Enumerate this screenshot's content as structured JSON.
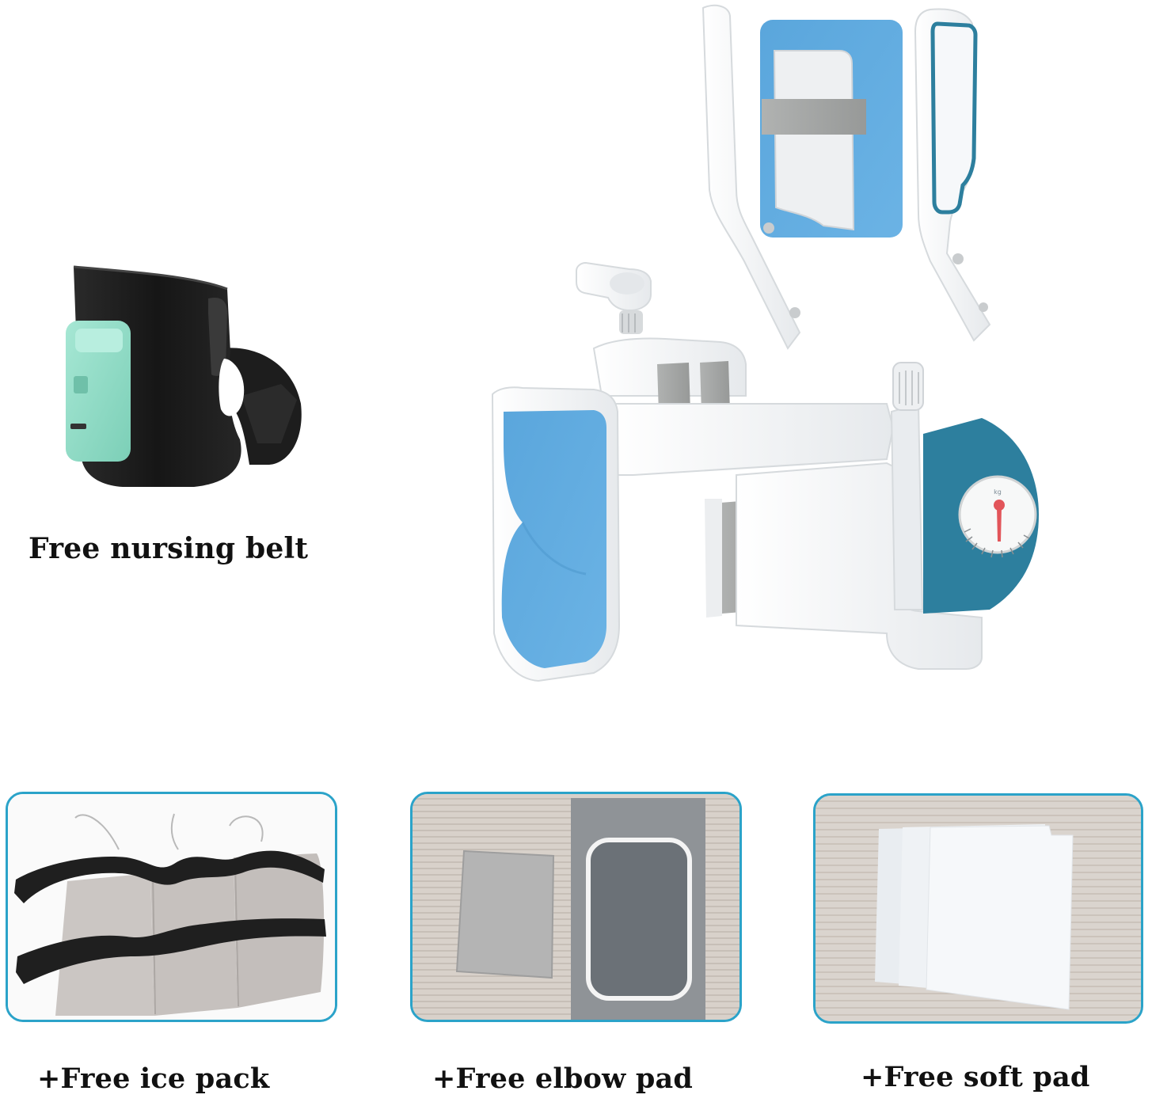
{
  "colors": {
    "frame_border": "#2ba3c9",
    "device_blue_pad": "#5aa6dc",
    "device_teal_panel": "#2d7f9e",
    "device_white": "#f1f3f5",
    "strap_gray": "#a4a6a5",
    "belt_black": "#1c1c1c",
    "belt_clip_mint": "#8fdcc4",
    "gauge_needle": "#e2555a",
    "wood_light": "#d9d3cd"
  },
  "hero": {
    "product": "shoulder-abduction-traction-device",
    "gauge_label": "kg"
  },
  "nursing_belt": {
    "caption": "Free nursing belt"
  },
  "accessories": [
    {
      "id": "ice-pack",
      "caption": "+Free ice pack",
      "image": "ice-pack-photo"
    },
    {
      "id": "elbow-pad",
      "caption": "+Free elbow pad",
      "image": "elbow-pad-photo"
    },
    {
      "id": "soft-pad",
      "caption": "+Free soft pad",
      "image": "soft-pad-photo"
    }
  ]
}
